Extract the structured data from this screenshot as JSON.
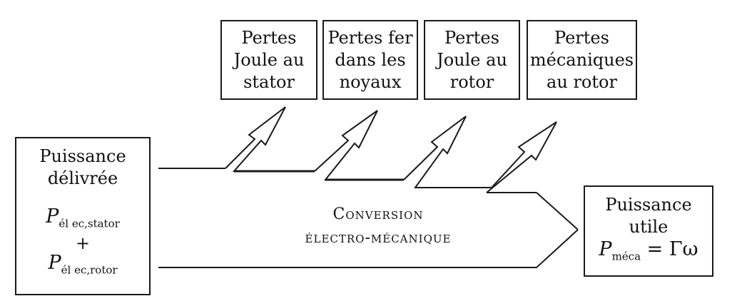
{
  "losses": [
    {
      "line1": "Pertes",
      "line2": "Joule au",
      "line3": "stator"
    },
    {
      "line1": "Pertes fer",
      "line2": "dans les",
      "line3": "noyaux"
    },
    {
      "line1": "Pertes",
      "line2": "Joule au",
      "line3": "rotor"
    },
    {
      "line1": "Pertes",
      "line2": "mécaniques",
      "line3": "au rotor"
    }
  ],
  "input": {
    "line1": "Puissance",
    "line2": "délivrée",
    "stator_symbol": "P",
    "stator_sub": "él ec,stator",
    "plus": "+",
    "rotor_symbol": "P",
    "rotor_sub": "él ec,rotor"
  },
  "conversion": {
    "line1": "Conversion",
    "line2": "électro-mécanique"
  },
  "output": {
    "line1": "Puissance",
    "line2": "utile",
    "symbol": "P",
    "sub": "méca",
    "eq": " = Γω"
  }
}
